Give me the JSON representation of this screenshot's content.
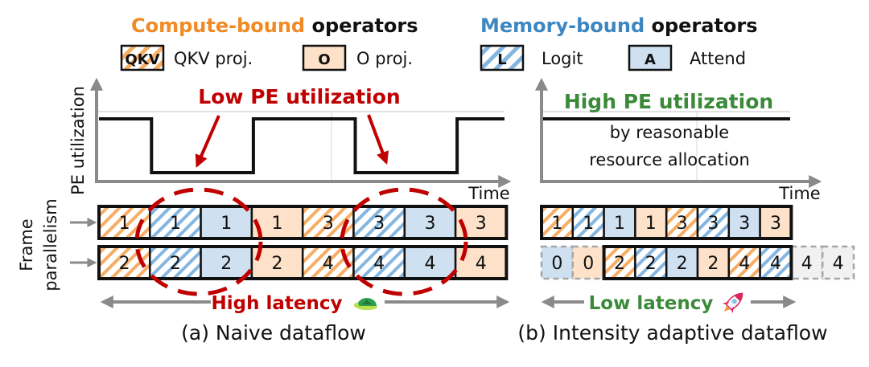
{
  "colors": {
    "compute": "#f08a24",
    "memory": "#3d86c0",
    "compute_fill": "#fde1c8",
    "memory_fill": "#cfe0f1",
    "hatch_orange": "#f7ad63",
    "hatch_blue": "#85b6e0",
    "red": "#c00000",
    "green": "#3b8a3a",
    "axis_gray": "#8a8a8a",
    "ghost_fill": "#f1f1f1",
    "ghost_border": "#a6a6a6"
  },
  "legend": {
    "compute_title_colored": "Compute-bound",
    "compute_title_rest": " operators",
    "memory_title_colored": "Memory-bound",
    "memory_title_rest": " operators",
    "items": [
      {
        "key": "QKV",
        "label": "QKV proj.",
        "style": "hatch-orange"
      },
      {
        "key": "O",
        "label": "O proj.",
        "style": "solid-orange"
      },
      {
        "key": "L",
        "label": "Logit",
        "style": "hatch-blue"
      },
      {
        "key": "A",
        "label": "Attend",
        "style": "solid-blue"
      }
    ]
  },
  "axes": {
    "y_label": "PE utilization",
    "x_label": "Time",
    "row_label_line1": "Frame",
    "row_label_line2": "parallelism"
  },
  "panel_a": {
    "annotation": "Low PE utilization",
    "utilization_levels": [
      "high",
      "low",
      "high",
      "low",
      "high"
    ],
    "rows": [
      {
        "cells": [
          {
            "op": "QKV",
            "frame": "1"
          },
          {
            "op": "L",
            "frame": "1"
          },
          {
            "op": "A",
            "frame": "1"
          },
          {
            "op": "O",
            "frame": "1"
          },
          {
            "op": "QKV",
            "frame": "3"
          },
          {
            "op": "L",
            "frame": "3"
          },
          {
            "op": "A",
            "frame": "3"
          },
          {
            "op": "O",
            "frame": "3"
          }
        ]
      },
      {
        "cells": [
          {
            "op": "QKV",
            "frame": "2"
          },
          {
            "op": "L",
            "frame": "2"
          },
          {
            "op": "A",
            "frame": "2"
          },
          {
            "op": "O",
            "frame": "2"
          },
          {
            "op": "QKV",
            "frame": "4"
          },
          {
            "op": "L",
            "frame": "4"
          },
          {
            "op": "A",
            "frame": "4"
          },
          {
            "op": "O",
            "frame": "4"
          }
        ]
      }
    ],
    "latency_label": "High latency",
    "latency_icon": "turtle-icon",
    "caption": "(a) Naive dataflow"
  },
  "panel_b": {
    "annotation": "High PE utilization",
    "annotation_sub1": "by reasonable",
    "annotation_sub2": "resource allocation",
    "utilization_levels": [
      "high"
    ],
    "rows": [
      {
        "cells": [
          {
            "op": "QKV",
            "frame": "1"
          },
          {
            "op": "L",
            "frame": "1"
          },
          {
            "op": "A",
            "frame": "1"
          },
          {
            "op": "O",
            "frame": "1"
          },
          {
            "op": "QKV",
            "frame": "3"
          },
          {
            "op": "L",
            "frame": "3"
          },
          {
            "op": "A",
            "frame": "3"
          },
          {
            "op": "O",
            "frame": "3"
          }
        ]
      },
      {
        "cells": [
          {
            "op": "A",
            "frame": "0",
            "ghost": true
          },
          {
            "op": "O",
            "frame": "0",
            "ghost": true
          },
          {
            "op": "QKV",
            "frame": "2"
          },
          {
            "op": "L",
            "frame": "2"
          },
          {
            "op": "A",
            "frame": "2"
          },
          {
            "op": "O",
            "frame": "2"
          },
          {
            "op": "QKV",
            "frame": "4"
          },
          {
            "op": "L",
            "frame": "4"
          },
          {
            "op": "A",
            "frame": "4",
            "ghost": true,
            "blank": true
          },
          {
            "op": "O",
            "frame": "4",
            "ghost": true,
            "blank": true
          }
        ]
      }
    ],
    "latency_label": "Low latency",
    "latency_icon": "rocket-icon",
    "caption": "(b) Intensity adaptive dataflow"
  }
}
